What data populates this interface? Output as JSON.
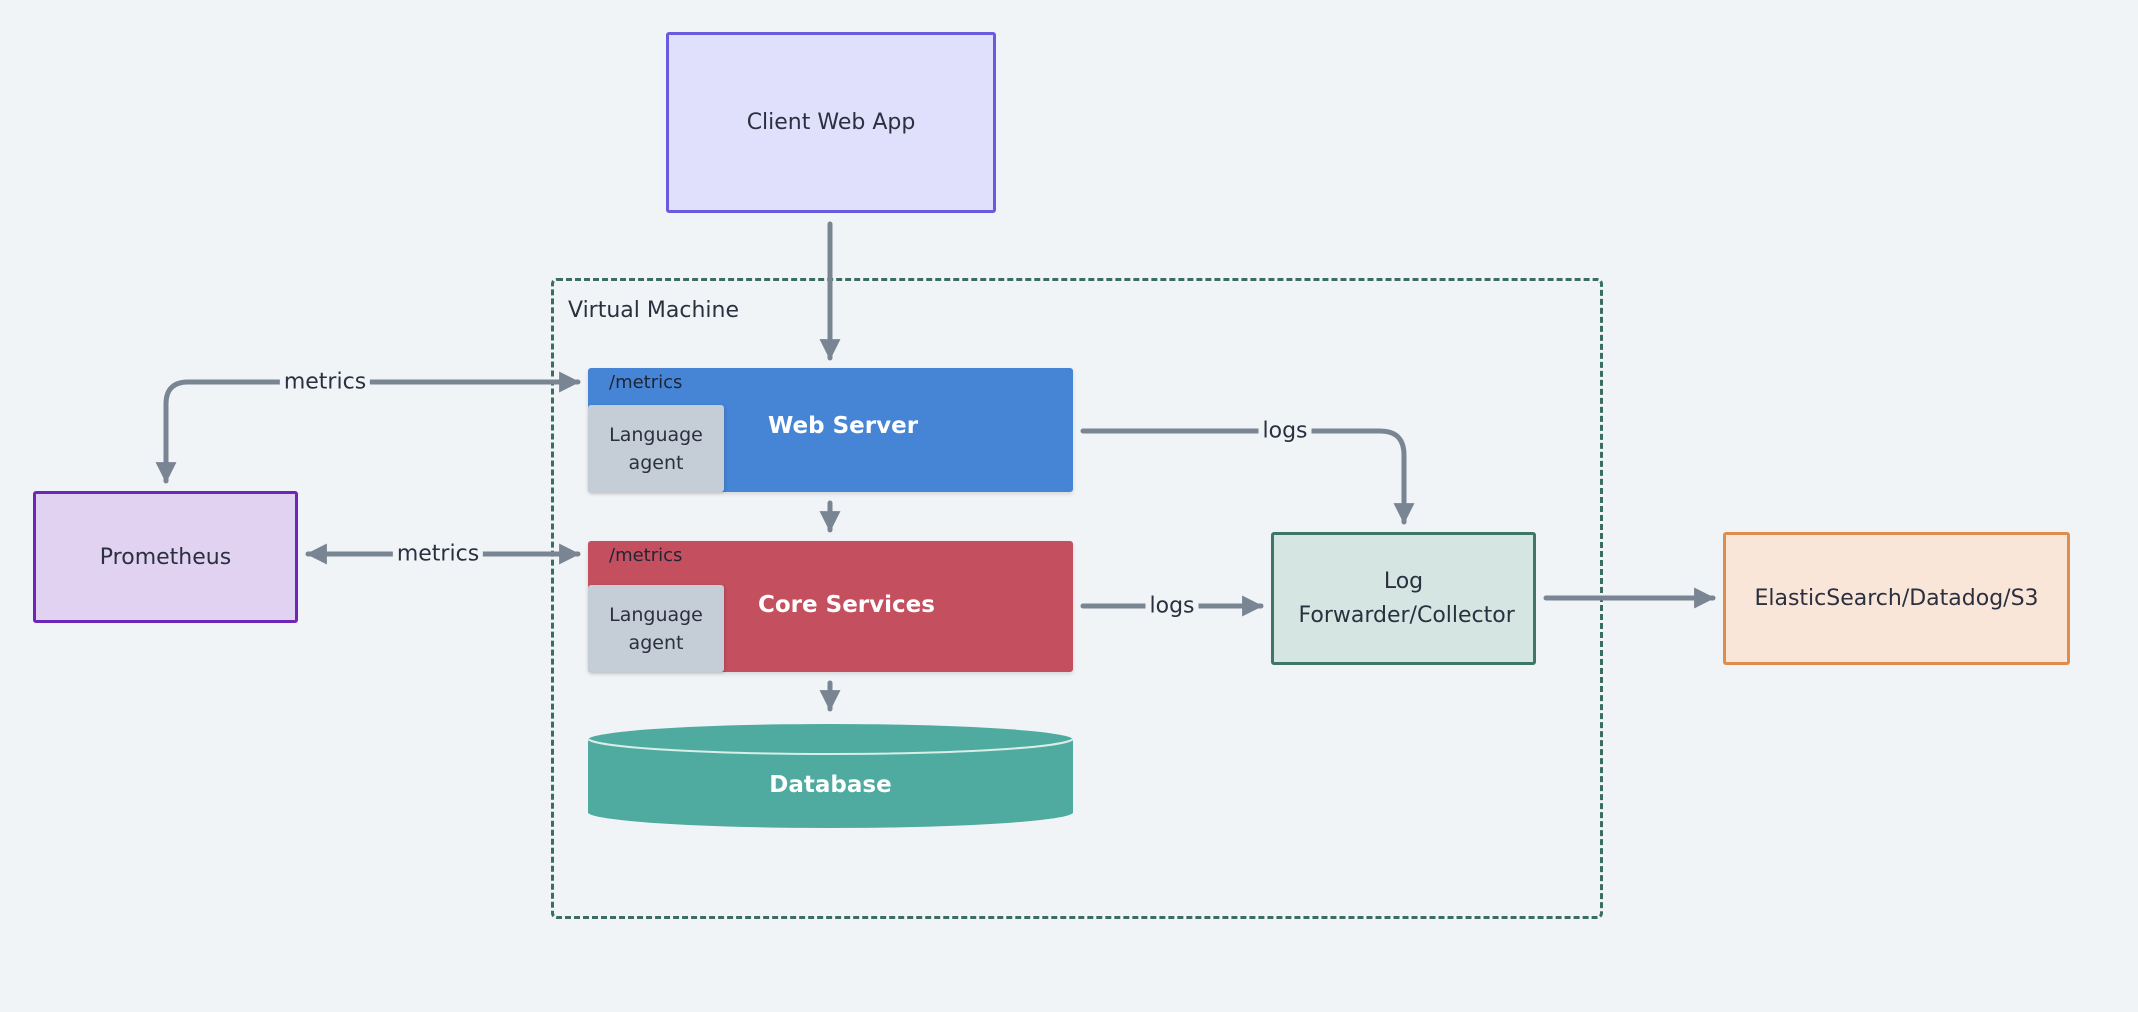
{
  "nodes": {
    "client": "Client Web App",
    "vm": "Virtual Machine",
    "web_server": "Web Server",
    "web_metrics": "/metrics",
    "web_agent": "Language agent",
    "core_services": "Core Services",
    "core_metrics": "/metrics",
    "core_agent": "Language agent",
    "database": "Database",
    "prometheus": "Prometheus",
    "log_forwarder": "Log Forwarder/Collector",
    "storage": "ElasticSearch/Datadog/S3"
  },
  "edges": {
    "metrics_top": "metrics",
    "metrics_mid": "metrics",
    "logs_web": "logs",
    "logs_core": "logs"
  },
  "colors": {
    "edge": "#7a8593",
    "background": "#f0f4f7"
  }
}
